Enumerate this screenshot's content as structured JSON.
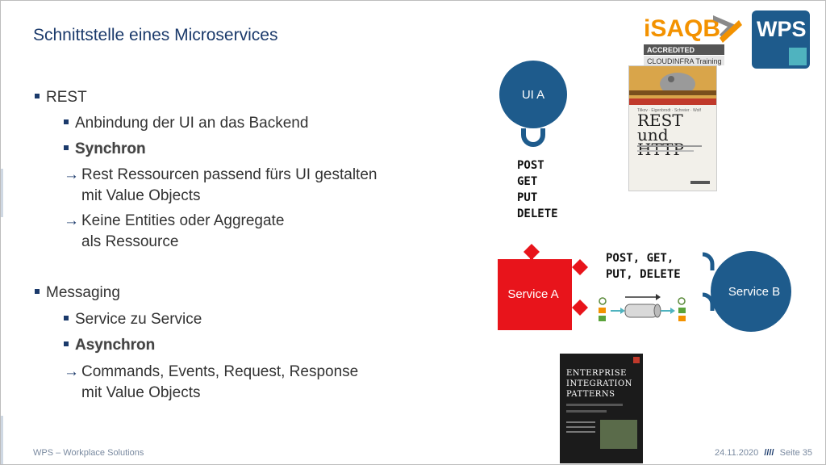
{
  "slide": {
    "title": "Schnittstelle eines Microservices",
    "bullets": [
      {
        "level": 1,
        "marker": "square",
        "text": "REST"
      },
      {
        "level": 2,
        "marker": "square",
        "text": "Anbindung der UI an das Backend"
      },
      {
        "level": 2,
        "marker": "square",
        "text": "Synchron",
        "bold": true
      },
      {
        "level": 2,
        "marker": "arrow",
        "text": "Rest Ressourcen passend fürs UI gestalten"
      },
      {
        "level": 2,
        "marker": "none",
        "text": "mit Value Objects"
      },
      {
        "level": 2,
        "marker": "arrow",
        "text": "Keine Entities oder Aggregate"
      },
      {
        "level": 2,
        "marker": "none",
        "text": "als Ressource"
      },
      {
        "level": 1,
        "marker": "square",
        "text": "Messaging"
      },
      {
        "level": 2,
        "marker": "square",
        "text": "Service zu Service"
      },
      {
        "level": 2,
        "marker": "square",
        "text": "Asynchron",
        "bold": true
      },
      {
        "level": 2,
        "marker": "arrow",
        "text": "Commands, Events, Request, Response"
      },
      {
        "level": 2,
        "marker": "none",
        "text": "mit Value Objects"
      }
    ]
  },
  "diagram": {
    "ui_a": "UI A",
    "service_a": "Service A",
    "service_b": "Service B",
    "rest_methods": [
      "POST",
      "GET",
      "PUT",
      "DELETE"
    ],
    "messaging_methods_line1": "POST, GET,",
    "messaging_methods_line2": "PUT, DELETE",
    "colors": {
      "blue": "#1e5b8c",
      "red": "#e8141b",
      "accent": "#4fb3bf"
    }
  },
  "logos": {
    "isaqb_text": "iSAQB",
    "isaqb_accredited": "ACCREDITED",
    "isaqb_training": "CLOUDINFRA Training",
    "wps_text": "WPS"
  },
  "books": {
    "rest_title_line1": "REST",
    "rest_title_line2": "und HTTP",
    "eip_line1": "Enterprise",
    "eip_line2": "Integration",
    "eip_line3": "Patterns"
  },
  "footer": {
    "left": "WPS – Workplace Solutions",
    "date": "24.11.2020",
    "separator": "////",
    "page": "Seite 35"
  }
}
